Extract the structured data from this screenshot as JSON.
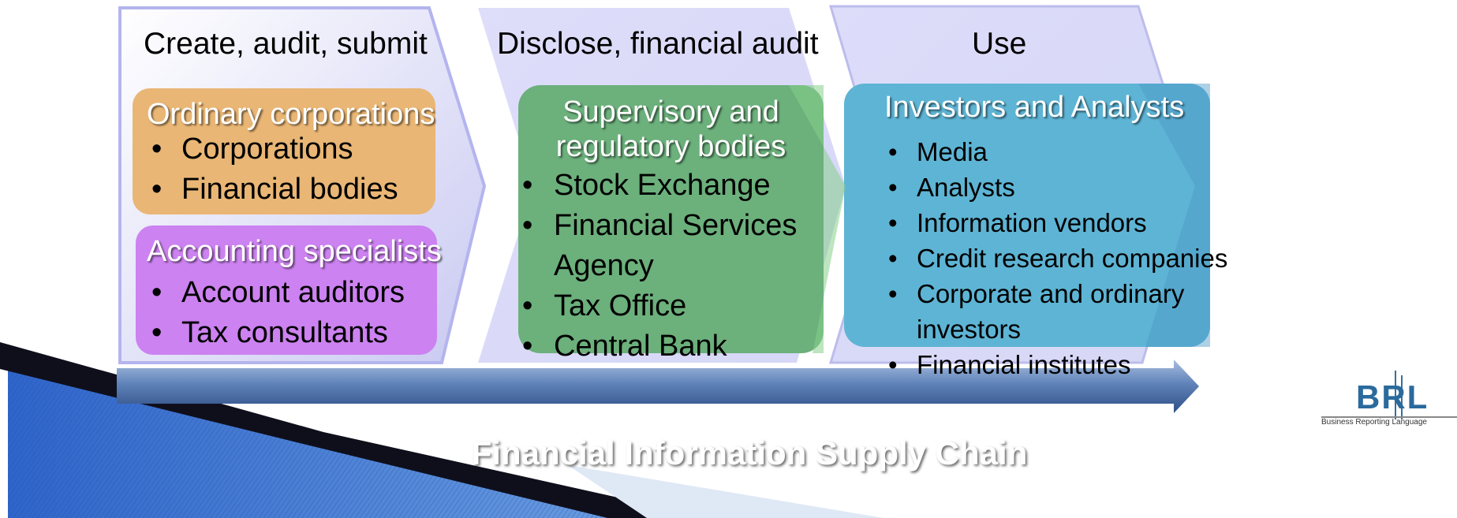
{
  "stages": [
    {
      "heading": "Create, audit, submit"
    },
    {
      "heading": "Disclose, financial audit"
    },
    {
      "heading": "Use"
    }
  ],
  "groups": {
    "ordinary": {
      "title": "Ordinary corporations",
      "items": [
        "Corporations",
        "Financial bodies"
      ],
      "color": "#e9b675"
    },
    "accounting": {
      "title": "Accounting specialists",
      "items": [
        "Account auditors",
        "Tax consultants"
      ],
      "color": "#cc82f0"
    },
    "supervisory": {
      "title_lines": [
        "Supervisory and",
        "regulatory bodies"
      ],
      "items": [
        "Stock Exchange",
        "Financial Services",
        "Agency",
        "Tax Office",
        "Central Bank"
      ],
      "color": "#6cb07c"
    },
    "investors": {
      "title": "Investors and Analysts",
      "items": [
        "Media",
        "Analysts",
        "Information vendors",
        "Credit research companies",
        "Corporate and ordinary",
        "investors",
        "Financial institutes"
      ],
      "color": "#5eb4d4"
    }
  },
  "banner": {
    "text": "Financial Information Supply Chain"
  },
  "logo": {
    "text": "BRL",
    "subtext": "Business Reporting Language"
  }
}
